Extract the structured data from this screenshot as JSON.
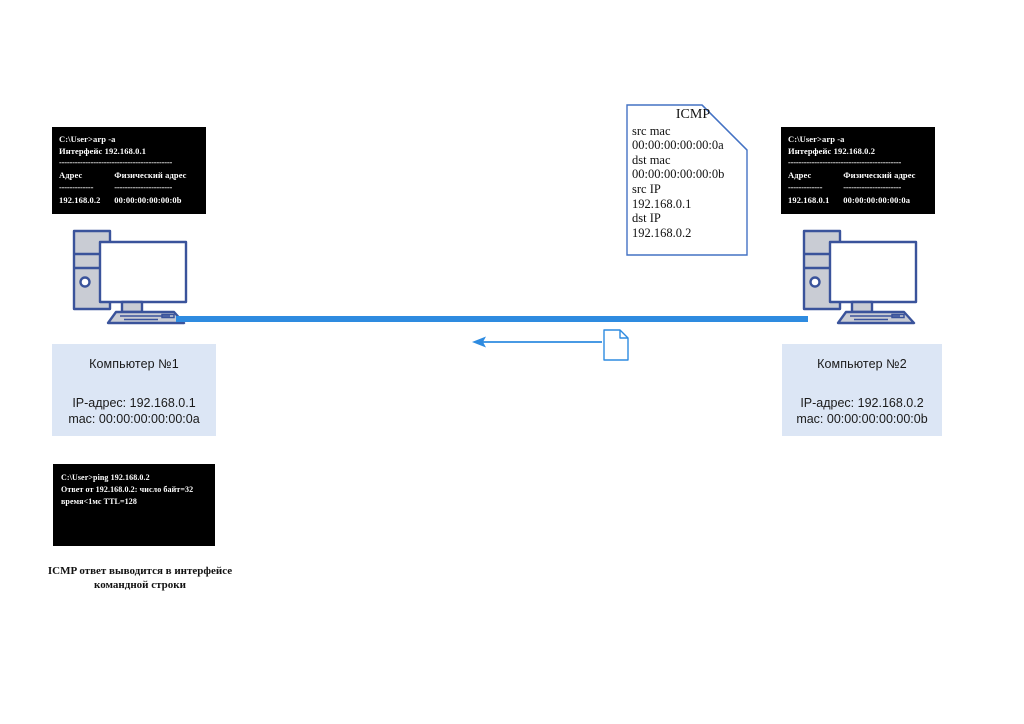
{
  "diagram": {
    "title_caption": "ICMP ответ выводится в интерфейсе командной строки"
  },
  "terminals": {
    "left_arp": {
      "prompt": "C:\\User>arp -a",
      "interface_line": "Интерфейс 192.168.0.1",
      "separator_full": "-------------------------------------------",
      "col_address_header": "Адрес",
      "col_physical_header": "Физический адрес",
      "separator_col_a": "-------------",
      "separator_col_b": "----------------------",
      "row_address": "192.168.0.2",
      "row_physical": "00:00:00:00:00:0b"
    },
    "right_arp": {
      "prompt": "C:\\User>arp -a",
      "interface_line": "Интерфейс 192.168.0.2",
      "separator_full": "-------------------------------------------",
      "col_address_header": "Адрес",
      "col_physical_header": "Физический адрес",
      "separator_col_a": "-------------",
      "separator_col_b": "----------------------",
      "row_address": "192.168.0.1",
      "row_physical": "00:00:00:00:00:0a"
    },
    "ping": {
      "prompt": "C:\\User>ping 192.168.0.2",
      "reply_line": "Ответ от 192.168.0.2: число байт=32",
      "stats_line": "время<1мс TTL=128"
    }
  },
  "hosts": {
    "left": {
      "name": "Компьютер №1",
      "ip_line": "IP-адрес: 192.168.0.1",
      "mac_line": "mac: 00:00:00:00:00:0a"
    },
    "right": {
      "name": "Компьютер №2",
      "ip_line": "IP-адрес: 192.168.0.2",
      "mac_line": "mac: 00:00:00:00:00:0b"
    }
  },
  "icmp_packet": {
    "title": "ICMP",
    "fields": [
      {
        "label": "src mac",
        "value": "00:00:00:00:00:0a"
      },
      {
        "label": "dst mac",
        "value": "00:00:00:00:00:0b"
      },
      {
        "label": "src IP",
        "value": "192.168.0.1"
      },
      {
        "label": "dst IP",
        "value": "192.168.0.2"
      }
    ]
  },
  "colors": {
    "link_blue": "#2E8BE0",
    "packet_outline": "#2E8BE0",
    "icmp_outline": "#4472C4",
    "box_fill": "#dce6f5",
    "computer_outline": "#3A539B",
    "computer_case": "#c9ccd4",
    "terminal_bg": "#000000"
  }
}
